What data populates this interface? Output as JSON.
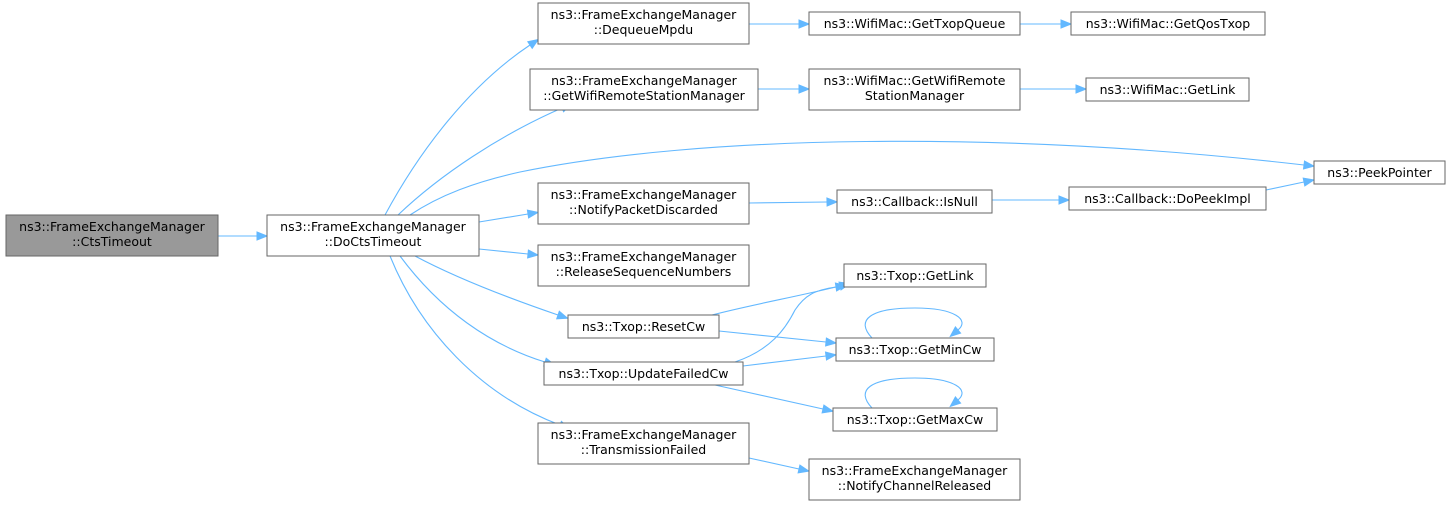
{
  "graph": {
    "nodes": [
      {
        "id": "cts_timeout",
        "lines": [
          "ns3::FrameExchangeManager",
          "::CtsTimeout"
        ],
        "root": true
      },
      {
        "id": "do_cts_timeout",
        "lines": [
          "ns3::FrameExchangeManager",
          "::DoCtsTimeout"
        ]
      },
      {
        "id": "dequeue_mpdu",
        "lines": [
          "ns3::FrameExchangeManager",
          "::DequeueMpdu"
        ]
      },
      {
        "id": "get_wifi_rsm",
        "lines": [
          "ns3::FrameExchangeManager",
          "::GetWifiRemoteStationManager"
        ]
      },
      {
        "id": "notify_packet_discarded",
        "lines": [
          "ns3::FrameExchangeManager",
          "::NotifyPacketDiscarded"
        ]
      },
      {
        "id": "release_seq_numbers",
        "lines": [
          "ns3::FrameExchangeManager",
          "::ReleaseSequenceNumbers"
        ]
      },
      {
        "id": "reset_cw",
        "lines": [
          "ns3::Txop::ResetCw"
        ]
      },
      {
        "id": "update_failed_cw",
        "lines": [
          "ns3::Txop::UpdateFailedCw"
        ]
      },
      {
        "id": "transmission_failed",
        "lines": [
          "ns3::FrameExchangeManager",
          "::TransmissionFailed"
        ]
      },
      {
        "id": "get_txop_queue",
        "lines": [
          "ns3::WifiMac::GetTxopQueue"
        ]
      },
      {
        "id": "get_qos_txop",
        "lines": [
          "ns3::WifiMac::GetQosTxop"
        ]
      },
      {
        "id": "mac_get_wifi_rsm",
        "lines": [
          "ns3::WifiMac::GetWifiRemote",
          "StationManager"
        ]
      },
      {
        "id": "mac_get_link",
        "lines": [
          "ns3::WifiMac::GetLink"
        ]
      },
      {
        "id": "peek_pointer",
        "lines": [
          "ns3::PeekPointer"
        ]
      },
      {
        "id": "callback_is_null",
        "lines": [
          "ns3::Callback::IsNull"
        ]
      },
      {
        "id": "callback_do_peek_impl",
        "lines": [
          "ns3::Callback::DoPeekImpl"
        ]
      },
      {
        "id": "txop_get_link",
        "lines": [
          "ns3::Txop::GetLink"
        ]
      },
      {
        "id": "txop_get_min_cw",
        "lines": [
          "ns3::Txop::GetMinCw"
        ]
      },
      {
        "id": "txop_get_max_cw",
        "lines": [
          "ns3::Txop::GetMaxCw"
        ]
      },
      {
        "id": "notify_channel_released",
        "lines": [
          "ns3::FrameExchangeManager",
          "::NotifyChannelReleased"
        ]
      }
    ],
    "edges": [
      {
        "from": "cts_timeout",
        "to": "do_cts_timeout"
      },
      {
        "from": "do_cts_timeout",
        "to": "dequeue_mpdu"
      },
      {
        "from": "do_cts_timeout",
        "to": "get_wifi_rsm"
      },
      {
        "from": "do_cts_timeout",
        "to": "peek_pointer"
      },
      {
        "from": "do_cts_timeout",
        "to": "notify_packet_discarded"
      },
      {
        "from": "do_cts_timeout",
        "to": "release_seq_numbers"
      },
      {
        "from": "do_cts_timeout",
        "to": "reset_cw"
      },
      {
        "from": "do_cts_timeout",
        "to": "update_failed_cw"
      },
      {
        "from": "do_cts_timeout",
        "to": "transmission_failed"
      },
      {
        "from": "dequeue_mpdu",
        "to": "get_txop_queue"
      },
      {
        "from": "get_txop_queue",
        "to": "get_qos_txop"
      },
      {
        "from": "get_wifi_rsm",
        "to": "mac_get_wifi_rsm"
      },
      {
        "from": "mac_get_wifi_rsm",
        "to": "mac_get_link"
      },
      {
        "from": "notify_packet_discarded",
        "to": "callback_is_null"
      },
      {
        "from": "callback_is_null",
        "to": "callback_do_peek_impl"
      },
      {
        "from": "callback_do_peek_impl",
        "to": "peek_pointer"
      },
      {
        "from": "reset_cw",
        "to": "txop_get_link"
      },
      {
        "from": "reset_cw",
        "to": "txop_get_min_cw"
      },
      {
        "from": "update_failed_cw",
        "to": "txop_get_link"
      },
      {
        "from": "update_failed_cw",
        "to": "txop_get_min_cw"
      },
      {
        "from": "update_failed_cw",
        "to": "txop_get_max_cw"
      },
      {
        "from": "txop_get_min_cw",
        "to": "txop_get_min_cw"
      },
      {
        "from": "txop_get_max_cw",
        "to": "txop_get_max_cw"
      },
      {
        "from": "transmission_failed",
        "to": "notify_channel_released"
      }
    ]
  }
}
